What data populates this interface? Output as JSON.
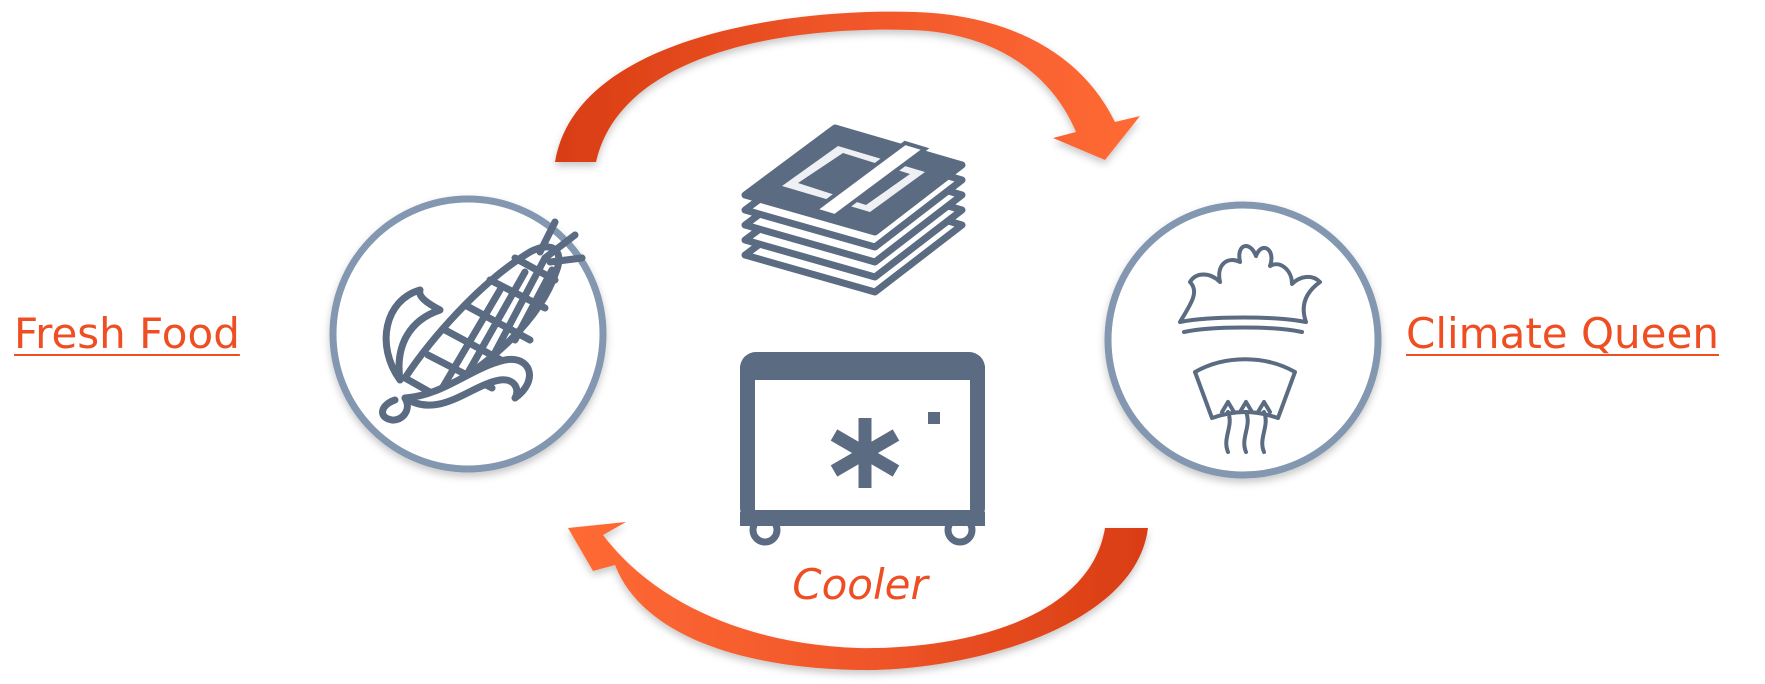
{
  "diagram": {
    "nodes": {
      "left": {
        "label": "Fresh Food",
        "icon": "corn-icon"
      },
      "right": {
        "label": "Climate Queen",
        "icon": "crown-windshield-icon"
      },
      "center": {
        "label": "Cooler",
        "icon": "freezer-icon"
      },
      "top": {
        "icon": "money-stack-icon"
      }
    }
  },
  "colors": {
    "accent": "#ef4e22",
    "icon": "#5a6b82",
    "circle_stroke": "#8397b0"
  }
}
